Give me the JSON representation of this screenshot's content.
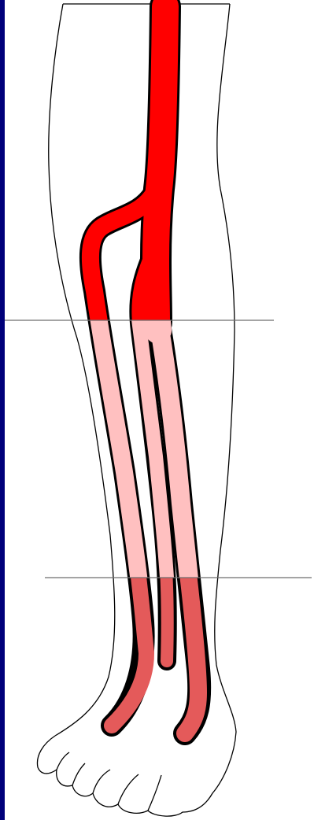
{
  "diagram": {
    "type": "anatomical-illustration",
    "subject": "lower-leg-and-foot-arteries",
    "colors": {
      "background": "#ffffff",
      "frame": "#00007a",
      "outline": "#000000",
      "divider": "#6e6e6e",
      "vessel_upper": "#ff0000",
      "vessel_middle": "#ffc0c0",
      "vessel_lower": "#e45a5a"
    },
    "vessels": [
      {
        "id": "main-artery"
      },
      {
        "id": "lateral-branch"
      },
      {
        "id": "middle-branch"
      },
      {
        "id": "medial-branch"
      }
    ],
    "zones": [
      {
        "id": "upper-zone",
        "color_key": "vessel_upper"
      },
      {
        "id": "middle-zone",
        "color_key": "vessel_middle"
      },
      {
        "id": "lower-zone",
        "color_key": "vessel_lower"
      }
    ],
    "divider_count": 2
  }
}
